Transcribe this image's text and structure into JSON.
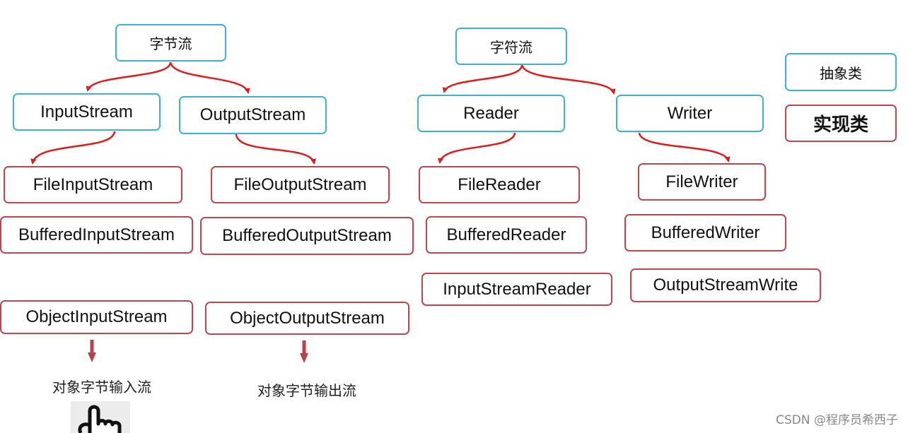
{
  "groups": {
    "byte_stream": {
      "title": "字节流",
      "input": "InputStream",
      "output": "OutputStream",
      "file_input": "FileInputStream",
      "file_output": "FileOutputStream",
      "buffered_input": "BufferedInputStream",
      "buffered_output": "BufferedOutputStream",
      "object_input": "ObjectInputStream",
      "object_output": "ObjectOutputStream",
      "object_input_caption": "对象字节输入流",
      "object_output_caption": "对象字节输出流"
    },
    "char_stream": {
      "title": "字符流",
      "reader": "Reader",
      "writer": "Writer",
      "file_reader": "FileReader",
      "file_writer": "FileWriter",
      "buffered_reader": "BufferedReader",
      "buffered_writer": "BufferedWriter",
      "input_stream_reader": "InputStreamReader",
      "output_stream_write": "OutputStreamWrite"
    }
  },
  "legend": {
    "abstract_label": "抽象类",
    "concrete_label": "实现类"
  },
  "colors": {
    "abstract_border": "#3cb2d6",
    "concrete_border": "#c0454f",
    "arrow_red": "#e01b1b",
    "arrow_dark_red": "#b5434c"
  },
  "icons": [
    "hand-pointer-icon"
  ],
  "watermark": "CSDN @程序员希西子"
}
